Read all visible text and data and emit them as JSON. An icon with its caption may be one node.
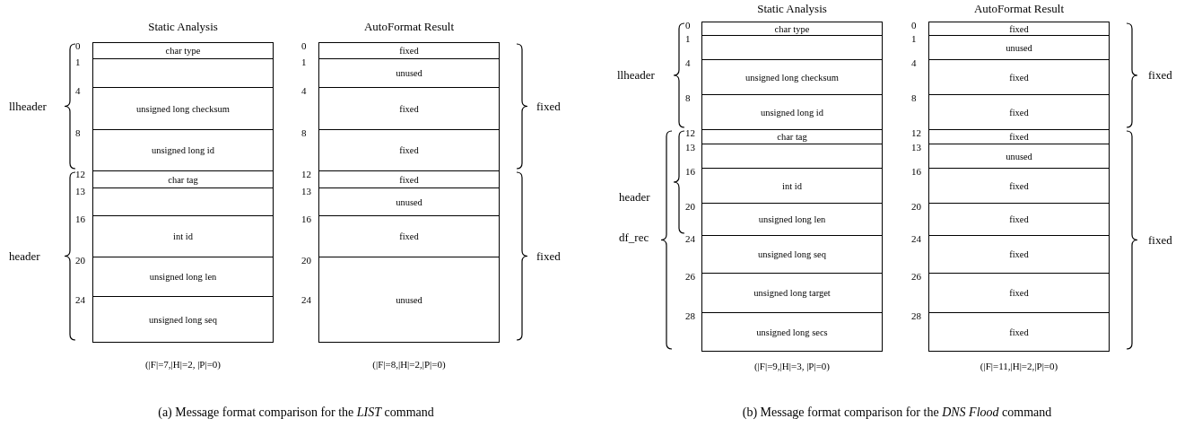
{
  "diagram": {
    "nodes": [
      {
        "text": [
          "char type"
        ]
      },
      {
        "text": [],
        "shape": "box"
      },
      {
        "text": [
          "unsigned long checksum"
        ]
      },
      {
        "text": [
          "unsigned long id"
        ]
      },
      {
        "text": [
          "char tag"
        ]
      },
      {
        "text": [],
        "shape": "box"
      },
      {
        "text": [
          "int id"
        ]
      },
      {
        "text": [
          "unsigned long len"
        ]
      },
      {
        "text": [
          "unsigned long seq"
        ]
      },
      {
        "text": [
          "fixed"
        ]
      },
      {
        "text": [
          "unused"
        ]
      },
      {
        "text": [
          "fixed"
        ]
      },
      {
        "text": [
          "fixed"
        ]
      },
      {
        "text": [
          "fixed"
        ]
      },
      {
        "text": [
          "unused"
        ]
      },
      {
        "text": [
          "fixed"
        ]
      },
      {
        "text": [
          "unused"
        ]
      },
      {
        "text": [
          "char type"
        ]
      },
      {
        "text": [],
        "shape": "box"
      },
      {
        "text": [
          "unsigned long checksum"
        ]
      },
      {
        "text": [
          "unsigned long id"
        ]
      },
      {
        "text": [
          "char tag"
        ]
      },
      {
        "text": [],
        "shape": "box"
      },
      {
        "text": [
          "int id"
        ]
      },
      {
        "text": [
          "unsigned long len"
        ]
      },
      {
        "text": [
          "unsigned long seq"
        ]
      },
      {
        "text": [
          "unsigned long target"
        ]
      },
      {
        "text": [
          "unsigned long secs"
        ]
      },
      {
        "text": [
          "fixed"
        ]
      },
      {
        "text": [
          "unused"
        ]
      },
      {
        "text": [
          "fixed"
        ]
      },
      {
        "text": [
          "fixed"
        ]
      },
      {
        "text": [
          "fixed"
        ]
      },
      {
        "text": [
          "unused"
        ]
      },
      {
        "text": [
          "fixed"
        ]
      },
      {
        "text": [
          "fixed"
        ]
      },
      {
        "text": [
          "fixed"
        ]
      },
      {
        "text": [
          "fixed"
        ]
      },
      {
        "text": [
          "fixed"
        ]
      }
    ],
    "labels": [
      "Static Analysis",
      "AutoFormat Result",
      "0",
      "1",
      "4",
      "8",
      "12",
      "13",
      "16",
      "20",
      "24",
      "llheader",
      "header",
      "0",
      "1",
      "4",
      "8",
      "12",
      "13",
      "16",
      "20",
      "24",
      "fixed",
      "fixed",
      "(|F|=7,|H|=2, |P|=0)",
      "(|F|=8,|H|=2,|P|=0)",
      "Static Analysis",
      "AutoFormat Result",
      "0",
      "1",
      "4",
      "8",
      "12",
      "13",
      "16",
      "20",
      "24",
      "26",
      "28",
      "llheader",
      "header",
      "df_rec",
      "0",
      "1",
      "4",
      "8",
      "12",
      "13",
      "16",
      "20",
      "24",
      "26",
      "28",
      "fixed",
      "fixed",
      "(|F|=9,|H|=3, |P|=0)",
      "(|F|=11,|H|=2,|P|=0)",
      "(a) Message format comparison for the *LIST* command",
      "(b) Message format comparison for the *DNS Flood* command"
    ]
  }
}
